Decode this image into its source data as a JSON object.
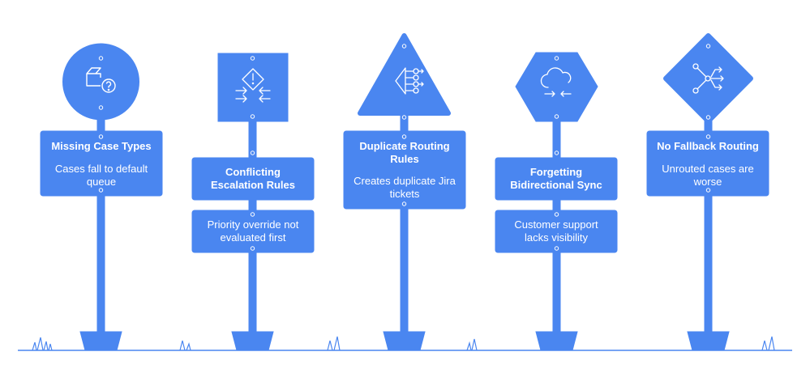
{
  "colors": {
    "sign": "#4a86f0",
    "pole": "#4a86f0",
    "ground": "#4a86f0",
    "text": "#ffffff",
    "icon": "#ffffff"
  },
  "signs": [
    {
      "title": "Missing Case Types",
      "description": "Cases fall to default queue",
      "shape": "circle",
      "icon": "box-question-icon"
    },
    {
      "title": "Conflicting Escalation Rules",
      "description": "Priority override not evaluated first",
      "shape": "square",
      "icon": "alert-converge-arrows-icon"
    },
    {
      "title": "Duplicate Routing Rules",
      "description": "Creates duplicate Jira tickets",
      "shape": "triangle",
      "icon": "branching-arrows-icon"
    },
    {
      "title": "Forgetting Bidirectional Sync",
      "description": "Customer support lacks visibility",
      "shape": "hexagon",
      "icon": "cloud-sync-icon"
    },
    {
      "title": "No Fallback Routing",
      "description": "Unrouted cases are worse",
      "shape": "diamond",
      "icon": "routing-split-icon"
    }
  ]
}
